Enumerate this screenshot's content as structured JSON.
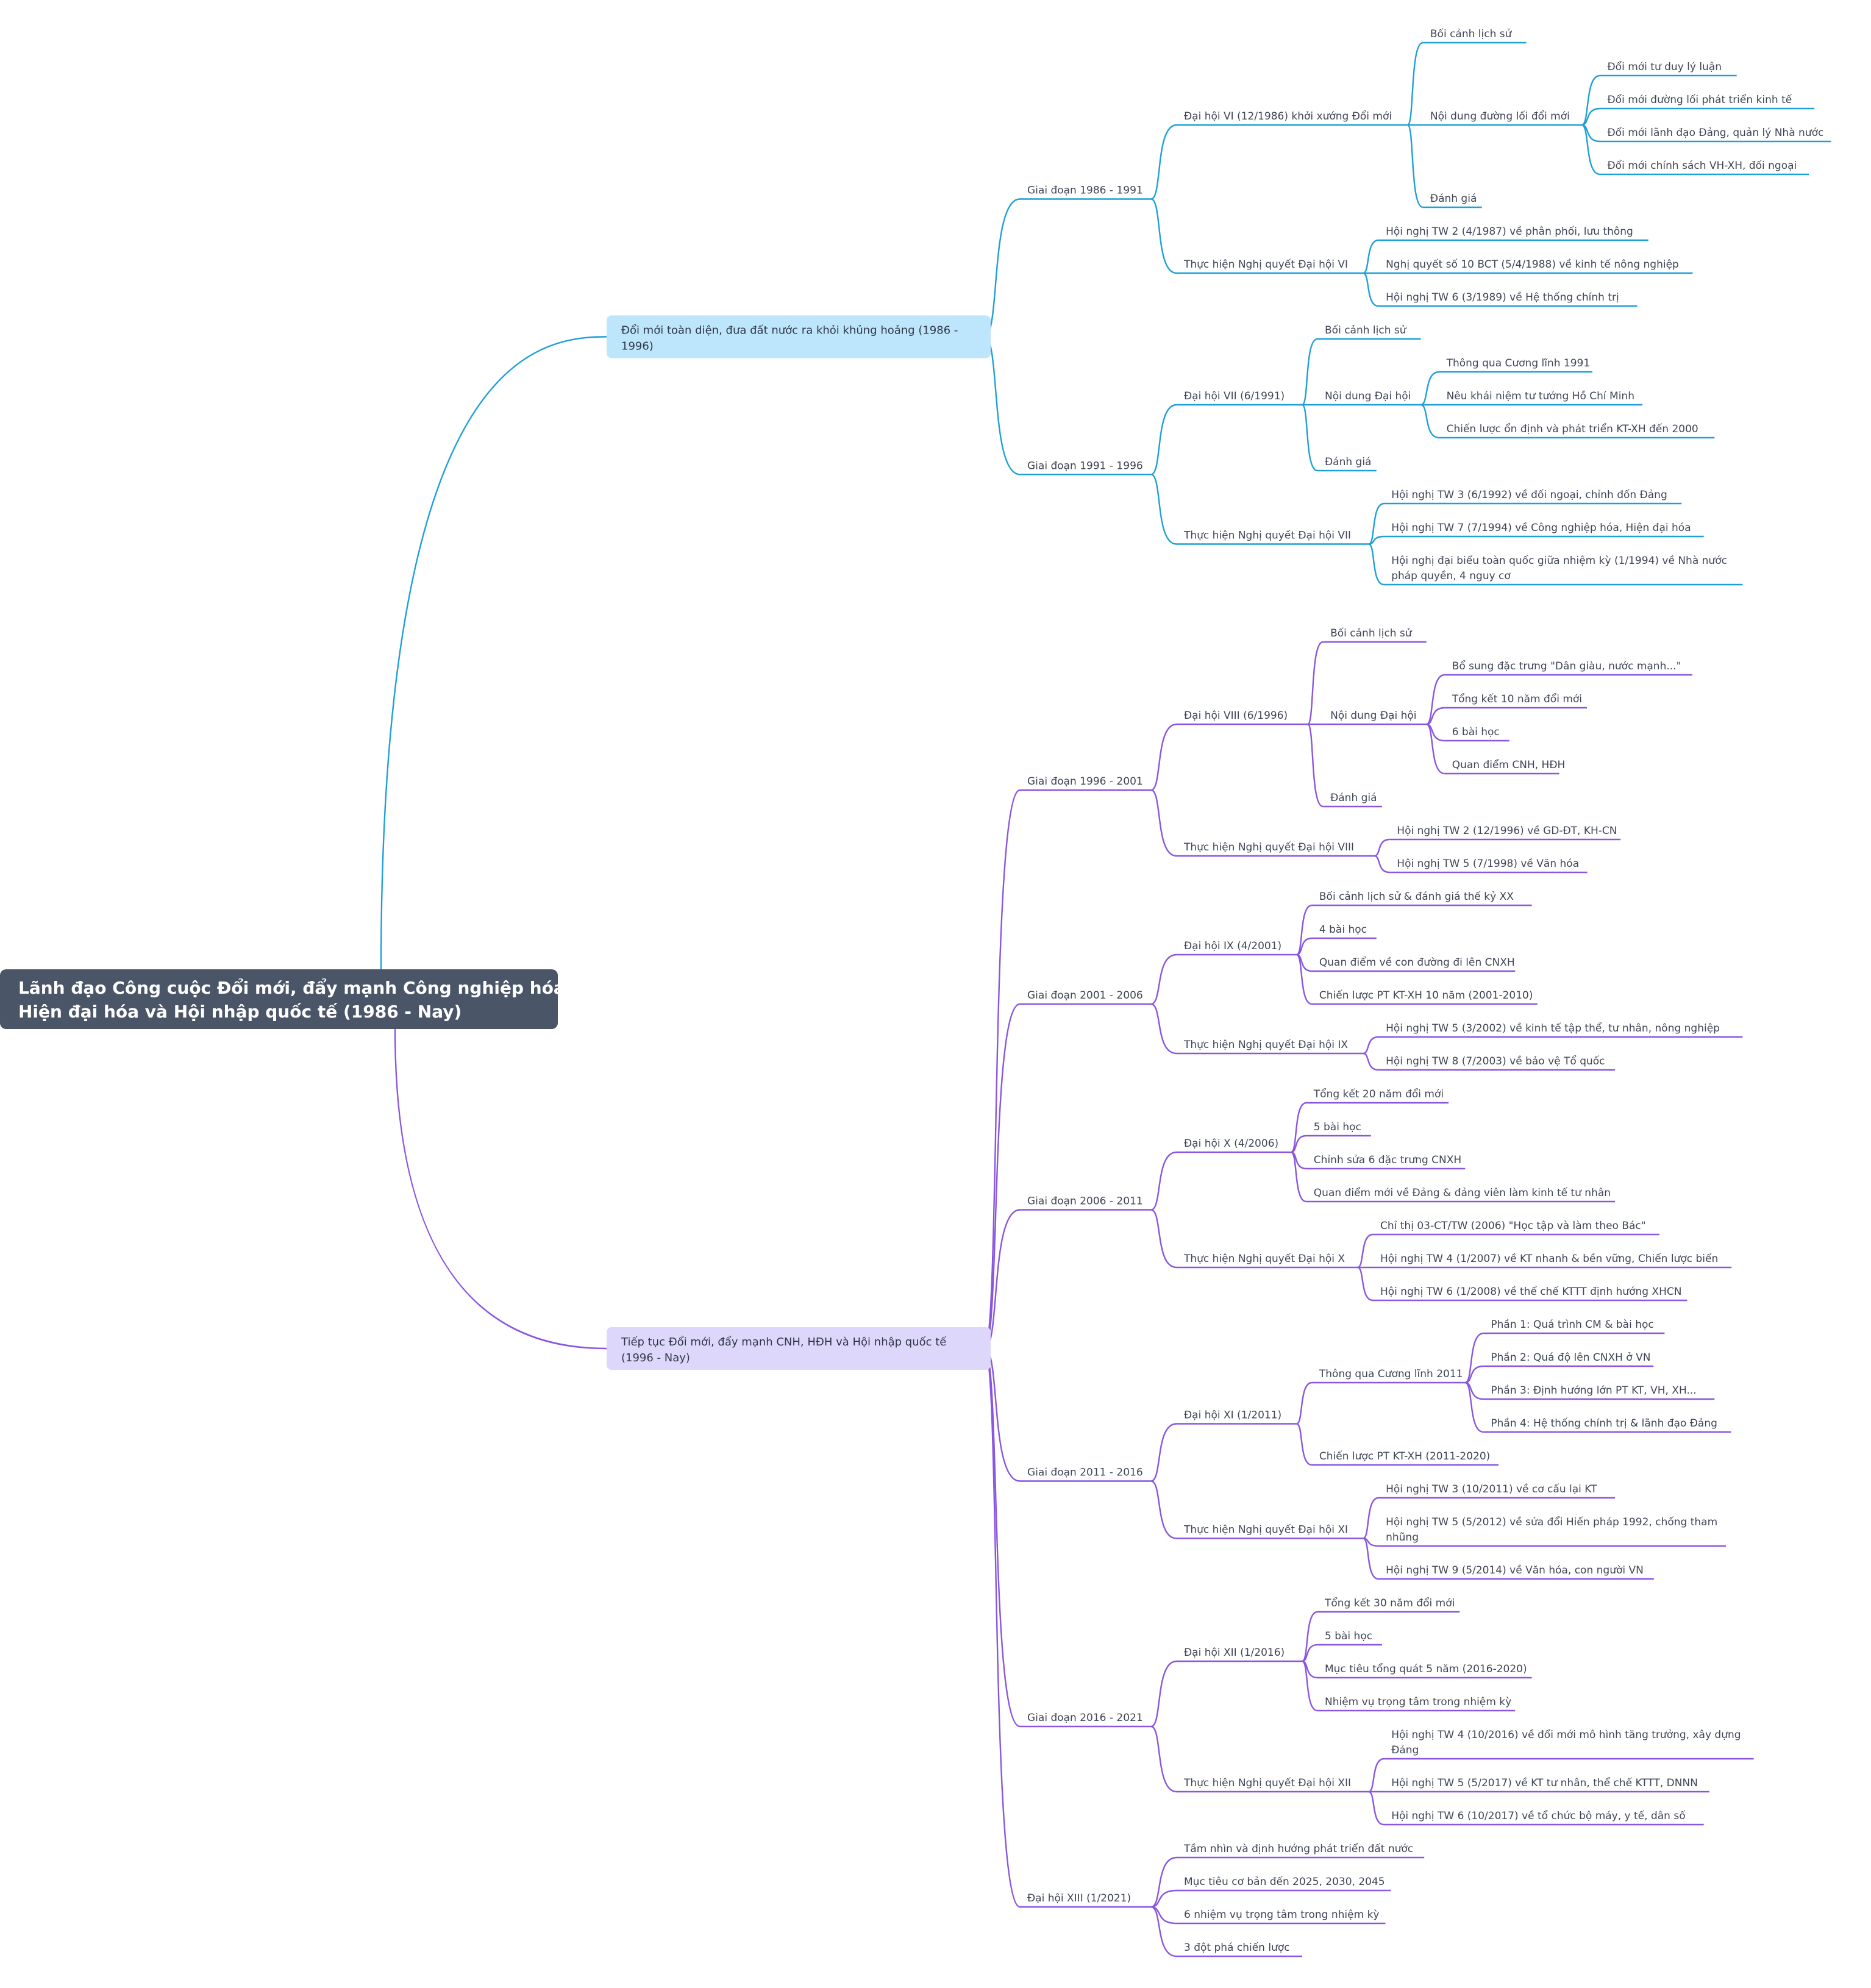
{
  "root": {
    "lines": [
      "Lãnh đạo Công cuộc Đổi mới, đẩy mạnh Công nghiệp hóa,",
      "Hiện đại hóa và Hội nhập quốc tế (1986 - Nay)"
    ],
    "color": "#4a5568"
  },
  "branches": [
    {
      "id": "b1",
      "lines": [
        "Đổi mới toàn diện, đưa đất nước ra khỏi khủng hoảng (1986 -",
        "1996)"
      ],
      "stroke": "#1ea0d7",
      "fill": "#bde5fb",
      "children": [
        {
          "text": "Giai đoạn 1986 - 1991",
          "children": [
            {
              "text": "Đại hội VI (12/1986) khởi xướng Đổi mới",
              "children": [
                {
                  "text": "Bối cảnh lịch sử"
                },
                {
                  "text": "Nội dung đường lối đổi mới",
                  "children": [
                    {
                      "text": "Đổi mới tư duy lý luận"
                    },
                    {
                      "text": "Đổi mới đường lối phát triển kinh tế"
                    },
                    {
                      "text": "Đổi mới lãnh đạo Đảng, quản lý Nhà nước"
                    },
                    {
                      "text": "Đổi mới chính sách VH-XH, đối ngoại"
                    }
                  ]
                },
                {
                  "text": "Đánh giá"
                }
              ]
            },
            {
              "text": "Thực hiện Nghị quyết Đại hội VI",
              "children": [
                {
                  "text": "Hội nghị TW 2 (4/1987) về phân phối, lưu thông"
                },
                {
                  "text": "Nghị quyết số 10 BCT (5/4/1988) về kinh tế nông nghiệp"
                },
                {
                  "text": "Hội nghị TW 6 (3/1989) về Hệ thống chính trị"
                }
              ]
            }
          ]
        },
        {
          "text": "Giai đoạn 1991 - 1996",
          "children": [
            {
              "text": "Đại hội VII (6/1991)",
              "children": [
                {
                  "text": "Bối cảnh lịch sử"
                },
                {
                  "text": "Nội dung Đại hội",
                  "children": [
                    {
                      "text": "Thông qua Cương lĩnh 1991"
                    },
                    {
                      "text": "Nêu khái niệm tư tưởng Hồ Chí Minh"
                    },
                    {
                      "text": "Chiến lược ổn định và phát triển KT-XH đến 2000"
                    }
                  ]
                },
                {
                  "text": "Đánh giá"
                }
              ]
            },
            {
              "text": "Thực hiện Nghị quyết Đại hội VII",
              "children": [
                {
                  "text": "Hội nghị TW 3 (6/1992) về đối ngoại, chỉnh đốn Đảng"
                },
                {
                  "text": "Hội nghị TW 7 (7/1994) về Công nghiệp hóa, Hiện đại hóa"
                },
                {
                  "lines": [
                    "Hội nghị đại biểu toàn quốc giữa nhiệm kỳ (1/1994) về Nhà nước",
                    "pháp quyền, 4 nguy cơ"
                  ]
                }
              ]
            }
          ]
        }
      ]
    },
    {
      "id": "b2",
      "lines": [
        "Tiếp tục Đổi mới, đẩy mạnh CNH, HĐH và Hội nhập quốc tế",
        "(1996 - Nay)"
      ],
      "stroke": "#8a55e0",
      "fill": "#ddd8fb",
      "children": [
        {
          "text": "Giai đoạn 1996 - 2001",
          "children": [
            {
              "text": "Đại hội VIII (6/1996)",
              "children": [
                {
                  "text": "Bối cảnh lịch sử"
                },
                {
                  "text": "Nội dung Đại hội",
                  "children": [
                    {
                      "text": "Bổ sung đặc trưng \"Dân giàu, nước mạnh...\""
                    },
                    {
                      "text": "Tổng kết 10 năm đổi mới"
                    },
                    {
                      "text": "6 bài học"
                    },
                    {
                      "text": "Quan điểm CNH, HĐH"
                    }
                  ]
                },
                {
                  "text": "Đánh giá"
                }
              ]
            },
            {
              "text": "Thực hiện Nghị quyết Đại hội VIII",
              "children": [
                {
                  "text": "Hội nghị TW 2 (12/1996) về GD-ĐT, KH-CN"
                },
                {
                  "text": "Hội nghị TW 5 (7/1998) về Văn hóa"
                }
              ]
            }
          ]
        },
        {
          "text": "Giai đoạn 2001 - 2006",
          "children": [
            {
              "text": "Đại hội IX (4/2001)",
              "children": [
                {
                  "text": "Bối cảnh lịch sử & đánh giá thế kỷ XX"
                },
                {
                  "text": "4 bài học"
                },
                {
                  "text": "Quan điểm về con đường đi lên CNXH"
                },
                {
                  "text": "Chiến lược PT KT-XH 10 năm (2001-2010)"
                }
              ]
            },
            {
              "text": "Thực hiện Nghị quyết Đại hội IX",
              "children": [
                {
                  "text": "Hội nghị TW 5 (3/2002) về kinh tế tập thể, tư nhân, nông nghiệp"
                },
                {
                  "text": "Hội nghị TW 8 (7/2003) về bảo vệ Tổ quốc"
                }
              ]
            }
          ]
        },
        {
          "text": "Giai đoạn 2006 - 2011",
          "children": [
            {
              "text": "Đại hội X (4/2006)",
              "children": [
                {
                  "text": "Tổng kết 20 năm đổi mới"
                },
                {
                  "text": "5 bài học"
                },
                {
                  "text": "Chỉnh sửa 6 đặc trưng CNXH"
                },
                {
                  "text": "Quan điểm mới về Đảng & đảng viên làm kinh tế tư nhân"
                }
              ]
            },
            {
              "text": "Thực hiện Nghị quyết Đại hội X",
              "children": [
                {
                  "text": "Chỉ thị 03-CT/TW (2006) \"Học tập và làm theo Bác\""
                },
                {
                  "text": "Hội nghị TW 4 (1/2007) về KT nhanh & bền vững, Chiến lược biển"
                },
                {
                  "text": "Hội nghị TW 6 (1/2008) về thể chế KTTT định hướng XHCN"
                }
              ]
            }
          ]
        },
        {
          "text": "Giai đoạn 2011 - 2016",
          "children": [
            {
              "text": "Đại hội XI (1/2011)",
              "children": [
                {
                  "text": "Thông qua Cương lĩnh 2011",
                  "children": [
                    {
                      "text": "Phần 1: Quá trình CM & bài học"
                    },
                    {
                      "text": "Phần 2: Quá độ lên CNXH ở VN"
                    },
                    {
                      "text": "Phần 3: Định hướng lớn PT KT, VH, XH..."
                    },
                    {
                      "text": "Phần 4: Hệ thống chính trị & lãnh đạo Đảng"
                    }
                  ]
                },
                {
                  "text": "Chiến lược PT KT-XH (2011-2020)"
                }
              ]
            },
            {
              "text": "Thực hiện Nghị quyết Đại hội XI",
              "children": [
                {
                  "text": "Hội nghị TW 3 (10/2011) về cơ cấu lại KT"
                },
                {
                  "lines": [
                    "Hội nghị TW 5 (5/2012) về sửa đổi Hiến pháp 1992, chống tham",
                    "nhũng"
                  ]
                },
                {
                  "text": "Hội nghị TW 9 (5/2014) về Văn hóa, con người VN"
                }
              ]
            }
          ]
        },
        {
          "text": "Giai đoạn 2016 - 2021",
          "children": [
            {
              "text": "Đại hội XII (1/2016)",
              "children": [
                {
                  "text": "Tổng kết 30 năm đổi mới"
                },
                {
                  "text": "5 bài học"
                },
                {
                  "text": "Mục tiêu tổng quát 5 năm (2016-2020)"
                },
                {
                  "text": "Nhiệm vụ trọng tâm trong nhiệm kỳ"
                }
              ]
            },
            {
              "text": "Thực hiện Nghị quyết Đại hội XII",
              "children": [
                {
                  "lines": [
                    "Hội nghị TW 4 (10/2016) về đổi mới mô hình tăng trưởng, xây dựng",
                    "Đảng"
                  ]
                },
                {
                  "text": "Hội nghị TW 5 (5/2017) về KT tư nhân, thể chế KTTT, DNNN"
                },
                {
                  "text": "Hội nghị TW 6 (10/2017) về tổ chức bộ máy, y tế, dân số"
                }
              ]
            }
          ]
        },
        {
          "text": "Đại hội XIII (1/2021)",
          "children": [
            {
              "text": "Tầm nhìn và định hướng phát triển đất nước"
            },
            {
              "text": "Mục tiêu cơ bản đến 2025, 2030, 2045"
            },
            {
              "text": "6 nhiệm vụ trọng tâm trong nhiệm kỳ"
            },
            {
              "text": "3 đột phá chiến lược"
            }
          ]
        }
      ]
    }
  ]
}
